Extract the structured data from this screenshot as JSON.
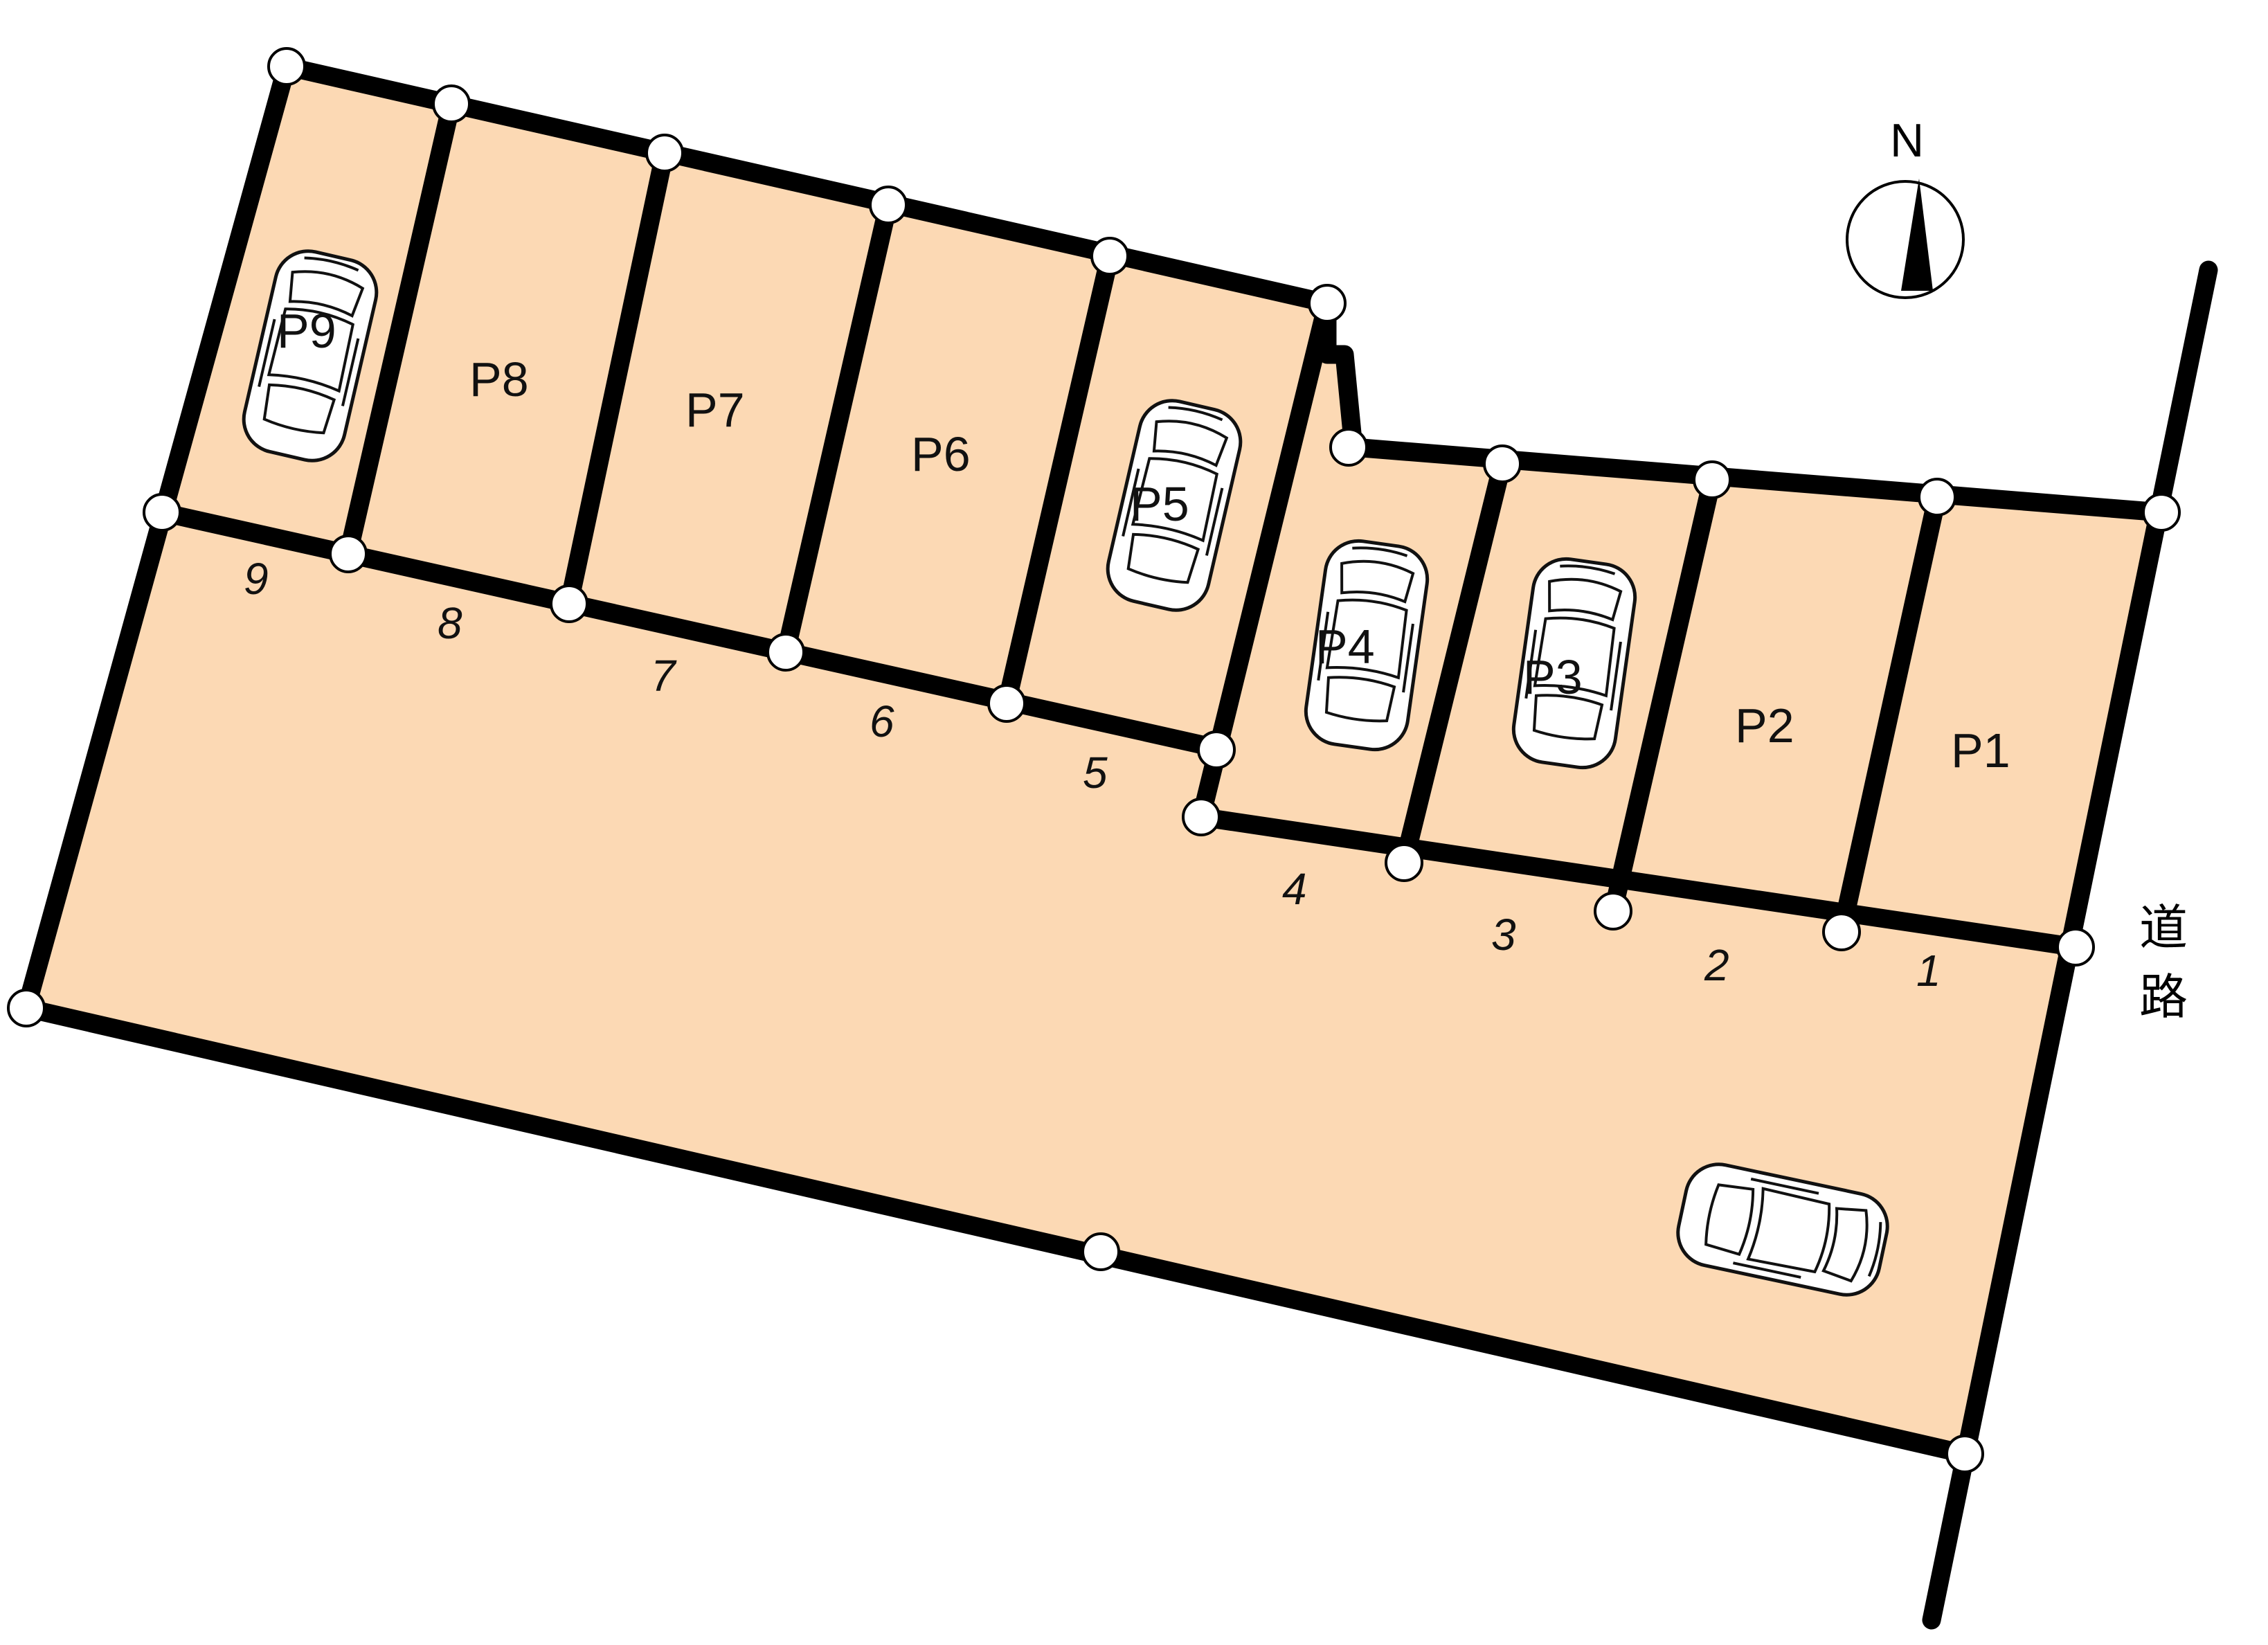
{
  "spaces": [
    {
      "label": "P1",
      "number": "1"
    },
    {
      "label": "P2",
      "number": "2"
    },
    {
      "label": "P3",
      "number": "3"
    },
    {
      "label": "P4",
      "number": "4"
    },
    {
      "label": "P5",
      "number": "5"
    },
    {
      "label": "P6",
      "number": "6"
    },
    {
      "label": "P7",
      "number": "7"
    },
    {
      "label": "P8",
      "number": "8"
    },
    {
      "label": "P9",
      "number": "9"
    }
  ],
  "road_label": {
    "line1": "道",
    "line2": "路"
  },
  "compass": {
    "label": "N"
  },
  "colors": {
    "lot": "#fcd9b4",
    "walls": "#000000",
    "markers": "#ffffff"
  },
  "icons": [
    "car-icon",
    "compass-arrow-icon",
    "boundary-marker-icon"
  ]
}
